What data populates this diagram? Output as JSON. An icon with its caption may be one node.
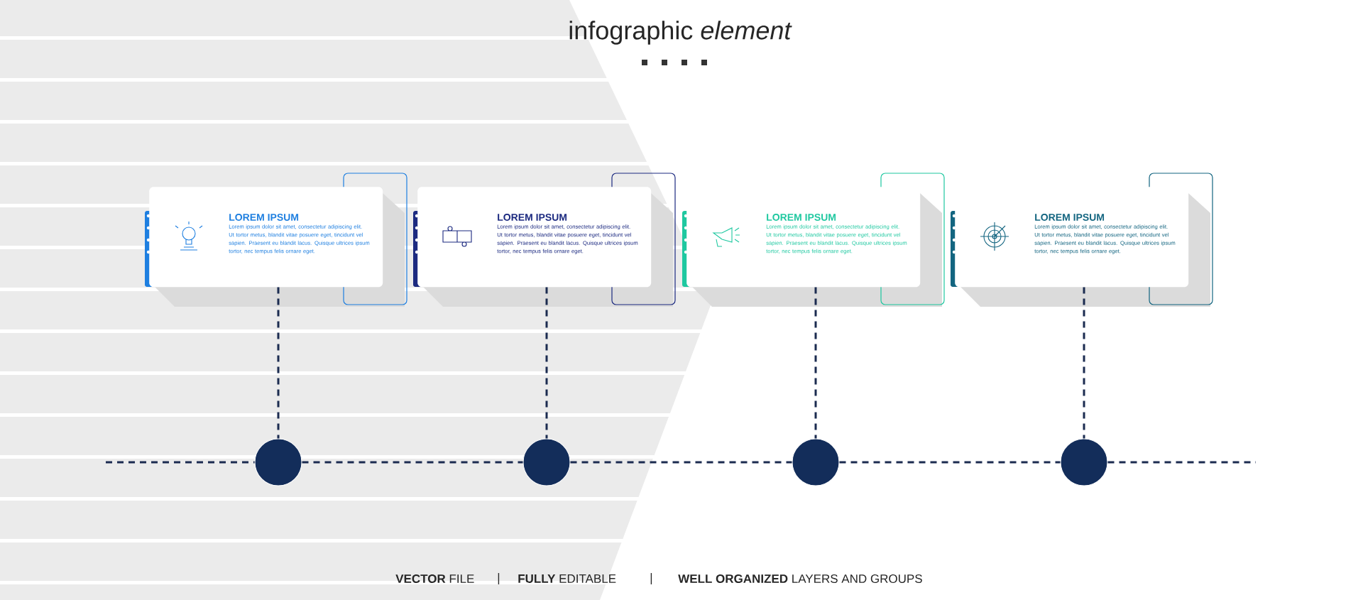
{
  "diagram": {
    "title": "infographic *element*",
    "nodes": [
      {
        "text": [
          "LOREM IPSUM",
          "Lorem ipsum dolor sit amet, consectetur adipiscing elit. Ut tortor metus, blandit vitae posuere eget, tincidunt vel sapien. Praesent eu blandit lacus. Quisque ultrices ipsum tortor, nec tempus felis ornare eget."
        ]
      },
      {
        "text": [
          "LOREM IPSUM",
          "Lorem ipsum dolor sit amet, consectetur adipiscing elit. Ut tortor metus, blandit vitae posuere eget, tincidunt vel sapien. Praesent eu blandit lacus. Quisque ultrices ipsum tortor, nec tempus felis ornare eget."
        ]
      },
      {
        "text": [
          "LOREM IPSUM",
          "Lorem ipsum dolor sit amet, consectetur adipiscing elit. Ut tortor metus, blandit vitae posuere eget, tincidunt vel sapien. Praesent eu blandit lacus. Quisque ultrices ipsum tortor, nec tempus felis ornare eget."
        ]
      },
      {
        "text": [
          "LOREM IPSUM",
          "Lorem ipsum dolor sit amet, consectetur adipiscing elit. Ut tortor metus, blandit vitae posuere eget, tincidunt vel sapien. Praesent eu blandit lacus. Quisque ultrices ipsum tortor, nec tempus felis ornare eget."
        ]
      },
      {
        "text": [],
        "shape": "circle"
      },
      {
        "text": [],
        "shape": "circle"
      },
      {
        "text": [],
        "shape": "circle"
      },
      {
        "text": [],
        "shape": "circle"
      }
    ],
    "edges": [
      {
        "from": 0,
        "to": 4,
        "arrow": "none",
        "style": "dashed"
      },
      {
        "from": 1,
        "to": 5,
        "arrow": "none",
        "style": "dashed"
      },
      {
        "from": 2,
        "to": 6,
        "arrow": "none",
        "style": "dashed"
      },
      {
        "from": 3,
        "to": 7,
        "arrow": "none",
        "style": "dashed"
      },
      {
        "from": null,
        "to": 4,
        "arrow": "none",
        "style": "dashed"
      },
      {
        "from": 4,
        "to": 5,
        "arrow": "none",
        "style": "dashed"
      },
      {
        "from": 5,
        "to": 6,
        "arrow": "none",
        "style": "dashed"
      },
      {
        "from": 6,
        "to": 7,
        "arrow": "none",
        "style": "dashed"
      },
      {
        "from": 7,
        "to": null,
        "arrow": "none",
        "style": "dashed"
      }
    ],
    "labels": [
      "**VECTOR** FILE",
      "|",
      "**FULLY** EDITABLE",
      "|",
      "**WELL ORGANIZED** LAYERS AND GROUPS"
    ]
  }
}
